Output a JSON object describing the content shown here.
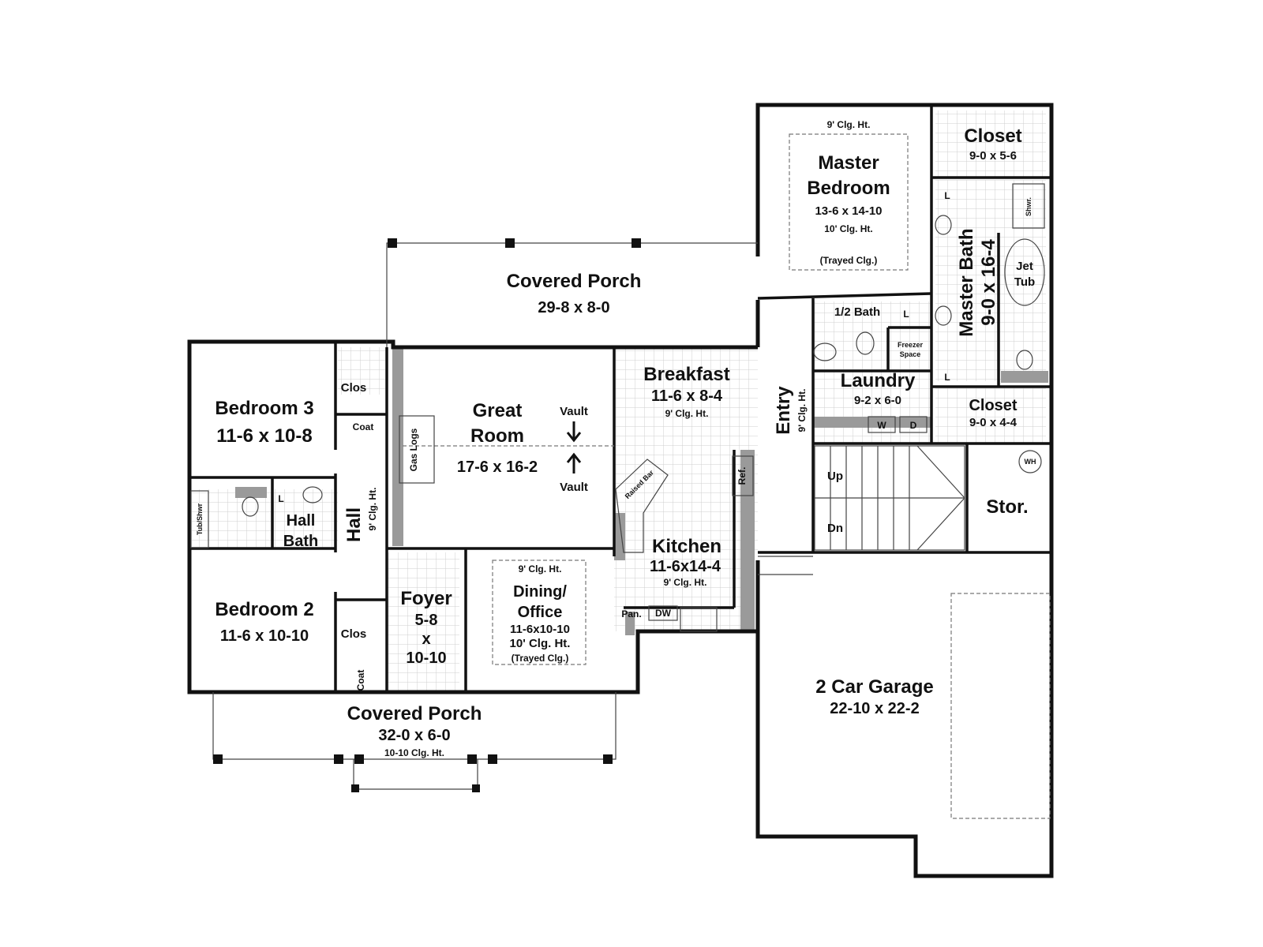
{
  "rooms": {
    "covered_porch_rear": {
      "name": "Covered Porch",
      "dims": "29-8 x 8-0"
    },
    "bedroom3": {
      "name": "Bedroom 3",
      "dims": "11-6 x 10-8"
    },
    "clos_b3": {
      "name": "Clos"
    },
    "coat_upper": {
      "name": "Coat"
    },
    "gas_logs": {
      "name": "Gas Logs"
    },
    "great_room": {
      "line1": "Great",
      "line2": "Room",
      "dims": "17-6 x 16-2",
      "vault_top": "Vault",
      "vault_bottom": "Vault"
    },
    "breakfast": {
      "name": "Breakfast",
      "dims": "11-6 x 8-4",
      "clg": "9' Clg. Ht."
    },
    "raised_bar": {
      "name": "Raised Bar"
    },
    "ref": {
      "name": "Ref."
    },
    "kitchen": {
      "name": "Kitchen",
      "dims": "11-6x14-4",
      "clg": "9' Clg. Ht."
    },
    "pan": {
      "name": "Pan."
    },
    "dw": {
      "name": "DW"
    },
    "hall_bath": {
      "line1": "Hall",
      "line2": "Bath",
      "tub": "Tub/Shwr",
      "l": "L"
    },
    "hall": {
      "name": "Hall",
      "clg": "9' Clg. Ht."
    },
    "bedroom2": {
      "name": "Bedroom 2",
      "dims": "11-6 x 10-10"
    },
    "clos_b2": {
      "name": "Clos"
    },
    "coat_lower": {
      "name": "Coat"
    },
    "foyer": {
      "name": "Foyer",
      "d1": "5-8",
      "d2": "x",
      "d3": "10-10"
    },
    "dining": {
      "clg_top": "9' Clg. Ht.",
      "line1": "Dining/",
      "line2": "Office",
      "dims": "11-6x10-10",
      "clg": "10' Clg. Ht.",
      "trayed": "(Trayed Clg.)"
    },
    "covered_porch_front": {
      "name": "Covered Porch",
      "dims": "32-0 x 6-0",
      "clg": "10-10 Clg. Ht."
    },
    "master_bedroom": {
      "clg_top": "9' Clg. Ht.",
      "line1": "Master",
      "line2": "Bedroom",
      "dims": "13-6 x 14-10",
      "clg": "10' Clg. Ht.",
      "trayed": "(Trayed Clg.)"
    },
    "closet_upper": {
      "name": "Closet",
      "dims": "9-0 x 5-6"
    },
    "master_bath": {
      "name": "Master Bath",
      "dims": "9-0 x 16-4",
      "shwr": "Shwr.",
      "jet1": "Jet",
      "jet2": "Tub",
      "l1": "L",
      "l2": "L"
    },
    "half_bath": {
      "name": "1/2 Bath",
      "l": "L"
    },
    "freezer": {
      "line1": "Freezer",
      "line2": "Space"
    },
    "laundry": {
      "name": "Laundry",
      "dims": "9-2 x 6-0",
      "w": "W",
      "d": "D"
    },
    "closet_lower": {
      "name": "Closet",
      "dims": "9-0 x 4-4"
    },
    "entry": {
      "name": "Entry",
      "clg": "9' Clg. Ht."
    },
    "stairs": {
      "up": "Up",
      "dn": "Dn"
    },
    "wh": {
      "name": "WH"
    },
    "storage": {
      "name": "Stor."
    },
    "garage": {
      "name": "2 Car Garage",
      "dims": "22-10 x 22-2"
    }
  }
}
